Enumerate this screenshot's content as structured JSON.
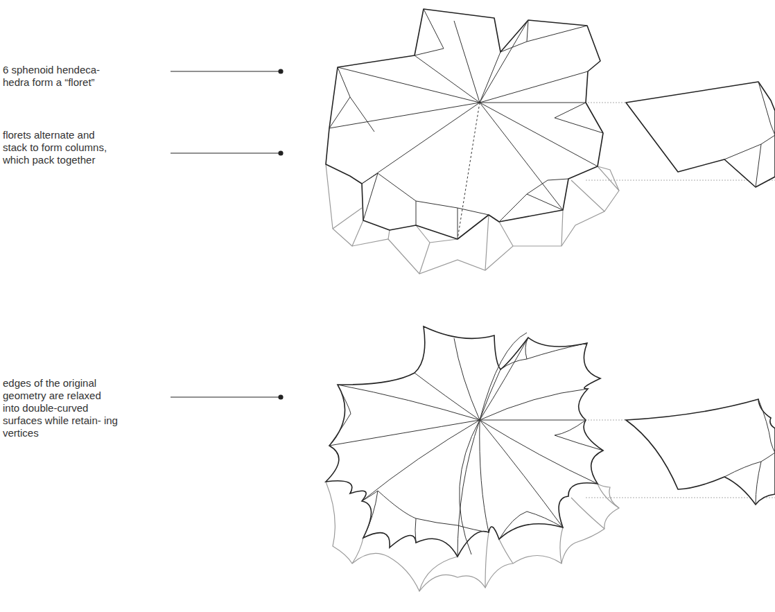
{
  "diagram": {
    "labels": [
      "6 sphenoid hendeca- hedra form a “floret”",
      "florets alternate and stack to form columns, which pack together",
      "edges of the original geometry are relaxed into double-curved surfaces while retain- ing vertices"
    ]
  }
}
